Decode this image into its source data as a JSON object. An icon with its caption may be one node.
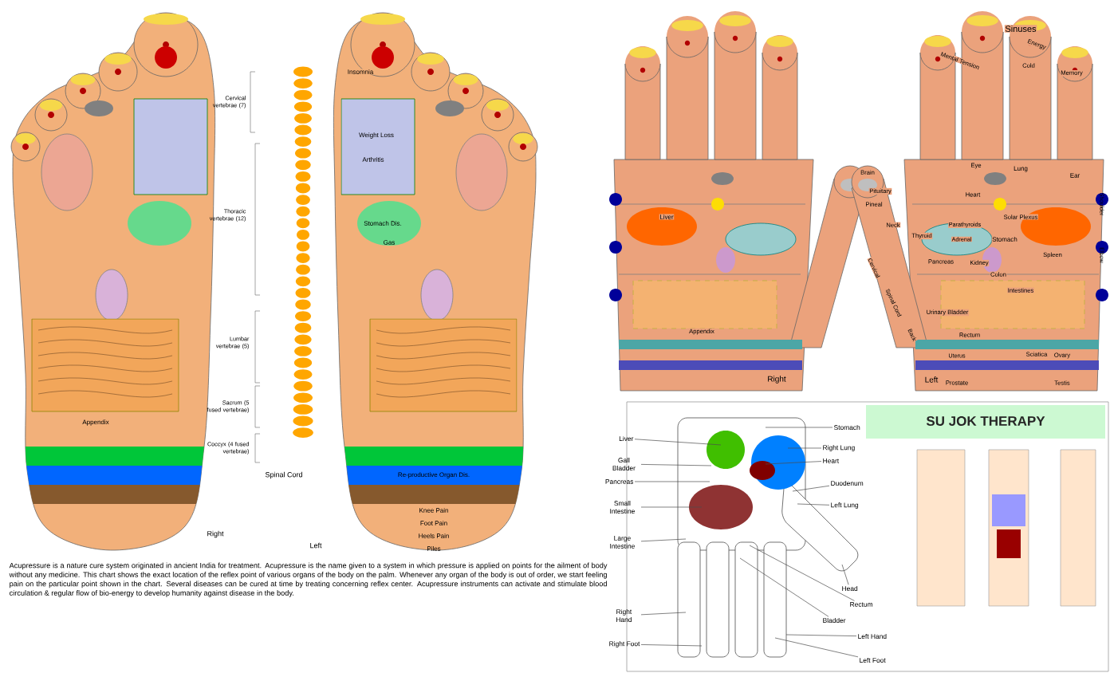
{
  "diagram": {
    "nodes": [
      {
        "text": [
          "Liver"
        ]
      },
      {
        "text": [
          "Gall Bladder"
        ]
      },
      {
        "text": [
          "Pancreas"
        ]
      },
      {
        "text": [
          "Small Intestine"
        ]
      },
      {
        "text": [
          "Large Intestine"
        ]
      },
      {
        "text": [
          "Right Hand"
        ]
      },
      {
        "text": [
          "Right Foot"
        ]
      },
      {
        "text": [
          "Stomach"
        ]
      },
      {
        "text": [
          "Right Lung"
        ]
      },
      {
        "text": [
          "Heart"
        ]
      },
      {
        "text": [
          "Duodenum"
        ]
      },
      {
        "text": [
          "Left Lung"
        ]
      },
      {
        "text": [
          "Head"
        ]
      },
      {
        "text": [
          "Rectum"
        ]
      },
      {
        "text": [
          "Bladder"
        ]
      },
      {
        "text": [
          "Left Hand"
        ]
      },
      {
        "text": [
          "Left Foot"
        ]
      }
    ],
    "edges": [
      {
        "from": 0,
        "to": null,
        "arrow": "none"
      },
      {
        "from": 1,
        "to": null,
        "arrow": "none"
      },
      {
        "from": 2,
        "to": null,
        "arrow": "none"
      },
      {
        "from": 3,
        "to": null,
        "arrow": "none"
      },
      {
        "from": 4,
        "to": null,
        "arrow": "none"
      },
      {
        "from": 5,
        "to": null,
        "arrow": "none"
      },
      {
        "from": 6,
        "to": null,
        "arrow": "none"
      },
      {
        "from": 7,
        "to": null,
        "arrow": "none"
      },
      {
        "from": 8,
        "to": null,
        "arrow": "none"
      },
      {
        "from": 9,
        "to": null,
        "arrow": "none"
      },
      {
        "from": 10,
        "to": null,
        "arrow": "none"
      },
      {
        "from": 11,
        "to": null,
        "arrow": "none"
      },
      {
        "from": 12,
        "to": null,
        "arrow": "none"
      },
      {
        "from": 13,
        "to": null,
        "arrow": "none"
      },
      {
        "from": 14,
        "to": null,
        "arrow": "none"
      },
      {
        "from": 15,
        "to": null,
        "arrow": "none"
      },
      {
        "from": 16,
        "to": null,
        "arrow": "none"
      }
    ],
    "labels": [
      "Insomnia",
      "Weight Loss",
      "Arthritis",
      "Stomach Dis.",
      "Gas",
      "Cervical vertebrae (7)",
      "Thoracic vertebrae (12)",
      "Lumbar vertebrae (5)",
      "Sacrum (5 fused vertebrae)",
      "Coccyx (4 fused vertebrae)",
      "Appendix",
      "Spinal Cord",
      "Re-productive Organ Dis.",
      "Knee Pain",
      "Foot Pain",
      "Heels Pain",
      "Piles",
      "Right",
      "Left",
      "Sinuses",
      "Mental Tension",
      "Energy",
      "Cold",
      "Memory",
      "Eye",
      "Lung",
      "Ear",
      "Brain",
      "Pituitary",
      "Pineal",
      "Liver",
      "Heart",
      "Solar Plexus",
      "Shoulder",
      "Neck",
      "Thyroid",
      "Parathyroids",
      "Adrenal",
      "Stomach",
      "Spleen",
      "Elbow",
      "Cervical",
      "Pancreas",
      "Kidney",
      "Colon",
      "Intestines",
      "Spinal Cord",
      "Urinary Bladder",
      "Appendix",
      "Back",
      "Rectum",
      "Uterus",
      "Sciatica",
      "Ovary",
      "Right",
      "Left",
      "Prostate",
      "Testis",
      "SU JOK THERAPY",
      "Acupressure is a nature cure system originated in ancient India for treatment. Acupressure is the name given to a system in which pressure is applied on points for the ailment of body without any medicine. This chart shows the exact location of the reflex point of various organs of the body on the palm. Whenever any organ of the body is out of order, we start feeling pain on the particular point shown in the chart. Several diseases can be cured at time by treating concerning reflex center. Acupressure instruments can activate and stimulate blood circulation & regular flow of bio-energy to develop humanity against disease in the body."
    ]
  }
}
